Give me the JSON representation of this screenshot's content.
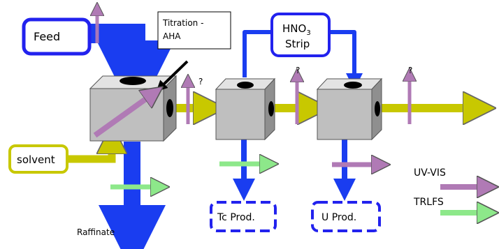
{
  "labels": {
    "feed": "Feed",
    "titration_line1": "Titration -",
    "titration_line2": "AHA",
    "hno3_main": "HNO",
    "hno3_sub": "3",
    "strip": "Strip",
    "solvent": "solvent",
    "raffinate": "Raffinate",
    "tc_prod": "Tc Prod.",
    "u_prod": "U Prod.",
    "q1": "?",
    "q2": "?",
    "q3": "?",
    "q4": "?",
    "uv_vis": "UV-VIS",
    "trlfs": "TRLFS"
  },
  "colors": {
    "blue_stream": "#1a3df0",
    "yellow_stream": "#c8c800",
    "uv_vis_arrow": "#b07ab5",
    "trlfs_arrow": "#8de88a",
    "box_border": "#2222ee",
    "solvent_border": "#c8c800",
    "cube_front": "#bfbfbf",
    "cube_top": "#e3e3e3",
    "cube_side": "#8f8f8f"
  }
}
